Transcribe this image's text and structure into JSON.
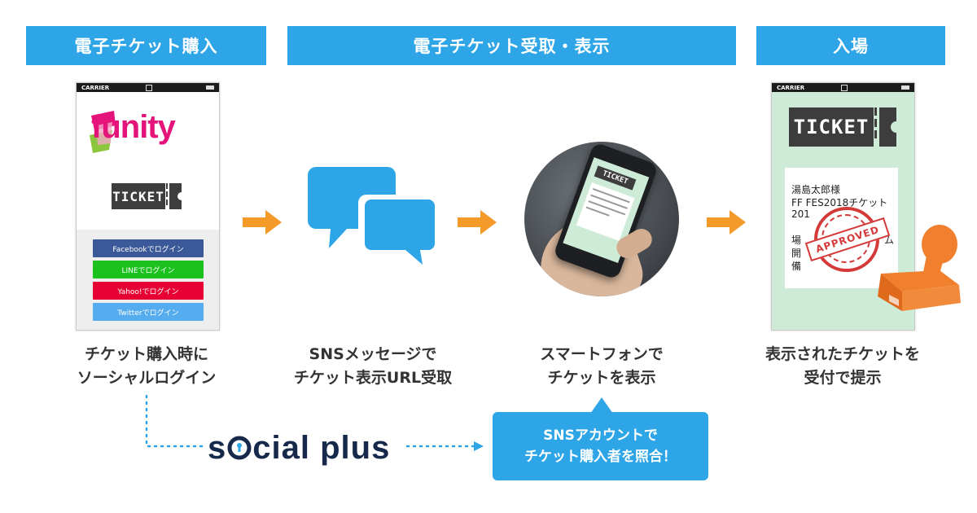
{
  "headers": {
    "purchase": "電子チケット購入",
    "receive": "電子チケット受取・表示",
    "entry": "入場"
  },
  "phone1": {
    "carrier": "CARRIER",
    "brand": "funity",
    "ticket_label": "TICKET",
    "login_buttons": [
      {
        "label": "Facebookでログイン",
        "color": "#3b5998"
      },
      {
        "label": "LINEでログイン",
        "color": "#1dc11d"
      },
      {
        "label": "Yahoo!でログイン",
        "color": "#e60033"
      },
      {
        "label": "Twitterでログイン",
        "color": "#55acee"
      }
    ]
  },
  "phone2": {
    "carrier": "CARRIER",
    "ticket_label": "TICKET",
    "ticket_lines": [
      "湯島太郎様",
      "FF FES2018チケット",
      "201",
      "場",
      "開",
      "備"
    ],
    "ticket_lines_right": [
      "ム"
    ],
    "stamp_text": "APPROVED"
  },
  "captions": {
    "step1": [
      "チケット購入時に",
      "ソーシャルログイン"
    ],
    "step2": [
      "SNSメッセージで",
      "チケット表示URL受取"
    ],
    "step3": [
      "スマートフォンで",
      "チケットを表示"
    ],
    "step4": [
      "表示されたチケットを",
      "受付で提示"
    ]
  },
  "socialplus": {
    "logo_text_1": "s",
    "logo_text_2": "cial plus"
  },
  "callout": {
    "lines": [
      "SNSアカウントで",
      "チケット購入者を照合！"
    ]
  },
  "smartphone_photo": {
    "ticket_label": "TICKET"
  },
  "colors": {
    "accent_blue": "#2ea5e6",
    "arrow_orange": "#f39a29",
    "ticket_green": "#cdebd7",
    "stamp_red": "#d43a3a"
  }
}
